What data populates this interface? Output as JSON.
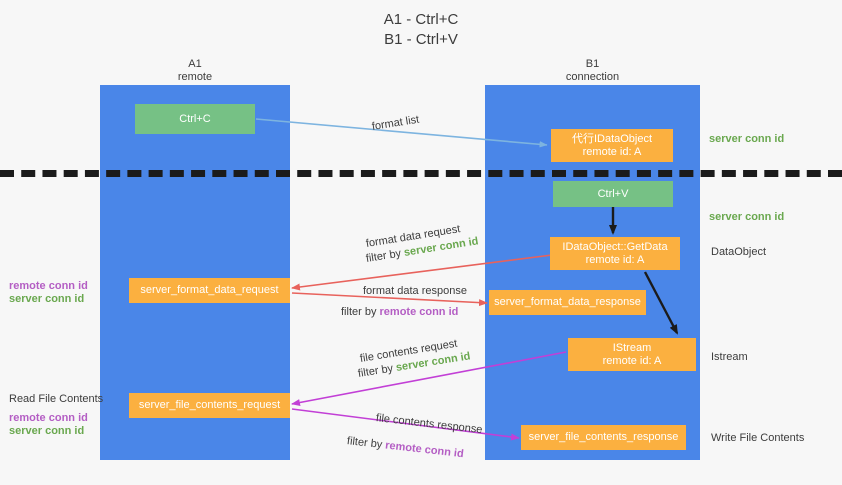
{
  "title": {
    "line1": "A1 - Ctrl+C",
    "line2": "B1 - Ctrl+V"
  },
  "lanes": [
    {
      "name": "A1",
      "sub": "remote",
      "color": "#4a86e8"
    },
    {
      "name": "B1",
      "sub": "connection",
      "color": "#4a86e8"
    }
  ],
  "boxes": {
    "ctrl_c": {
      "l1": "Ctrl+C",
      "l2": "",
      "color": "#76c185"
    },
    "proxy_dataobject": {
      "l1": "代行IDataObject",
      "l2": "remote id: A",
      "color": "#fbb040"
    },
    "ctrl_v": {
      "l1": "Ctrl+V",
      "l2": "",
      "color": "#76c185"
    },
    "getdata": {
      "l1": "IDataObject::GetData",
      "l2": "remote id: A",
      "color": "#fbb040"
    },
    "format_data_request": {
      "l1": "server_format_data_request",
      "l2": "",
      "color": "#fbb040"
    },
    "format_data_response": {
      "l1": "server_format_data_response",
      "l2": "",
      "color": "#fbb040"
    },
    "istream": {
      "l1": "IStream",
      "l2": "remote id: A",
      "color": "#fbb040"
    },
    "file_contents_request": {
      "l1": "server_file_contents_request",
      "l2": "",
      "color": "#fbb040"
    },
    "file_contents_response": {
      "l1": "server_file_contents_response",
      "l2": "",
      "color": "#fbb040"
    }
  },
  "edge_labels": {
    "format_list": "format list",
    "format_data_request": "format data request",
    "format_data_request_filter_prefix": "filter by ",
    "format_data_request_filter_key": "server conn id",
    "format_data_response": "format data response",
    "format_data_response_filter_prefix": "filter by ",
    "format_data_response_filter_key": "remote conn id",
    "file_contents_request": "file contents request",
    "file_contents_request_filter_prefix": "filter by ",
    "file_contents_request_filter_key": "server conn id",
    "file_contents_response": "file contents response",
    "file_contents_response_filter_prefix": "filter by ",
    "file_contents_response_filter_key": "remote conn id"
  },
  "left_annotations": {
    "format_remote": "remote conn id",
    "format_server": "server conn id",
    "read_file_contents": "Read File Contents",
    "file_remote": "remote conn id",
    "file_server": "server conn id"
  },
  "right_annotations": {
    "server_conn_id_top": "server conn id",
    "server_conn_id_mid": "server conn id",
    "dataobject": "DataObject",
    "istream": "Istream",
    "write_file_contents": "Write File Contents"
  },
  "colors": {
    "lane": "#4a86e8",
    "green_box": "#76c185",
    "orange_box": "#fbb040",
    "green_text": "#6aa84f",
    "purple_text": "#b45ec4",
    "red_arrow": "#e8625c",
    "magenta_arrow": "#c23fd6",
    "blue_arrow": "#7db4e0",
    "black_arrow": "#1b1b1b",
    "background": "#f7f7f7"
  }
}
